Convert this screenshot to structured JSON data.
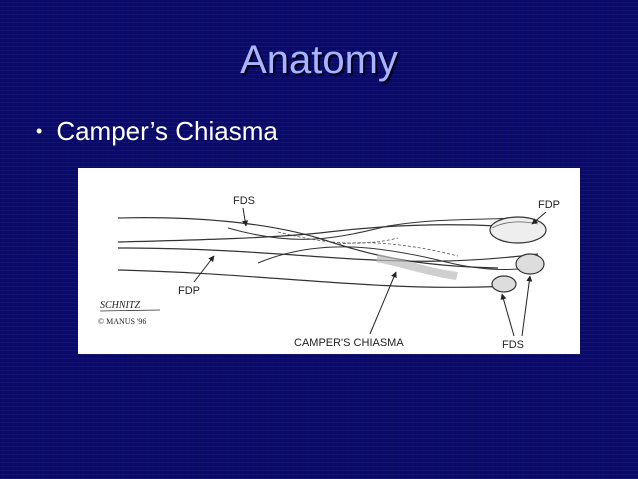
{
  "slide": {
    "title": "Anatomy",
    "bullets": [
      "Camper’s Chiasma"
    ],
    "colors": {
      "background": "#0a0a6b",
      "title": "#a9b4ff",
      "text": "#ffffff"
    }
  },
  "figure": {
    "labels": {
      "fds_top": "FDS",
      "fdp_right": "FDP",
      "fdp_left": "FDP",
      "chiasma": "CAMPER'S CHIASMA",
      "fds_bottom": "FDS",
      "signature": "SCHNITZ",
      "copyright": "© MANUS '96"
    }
  }
}
